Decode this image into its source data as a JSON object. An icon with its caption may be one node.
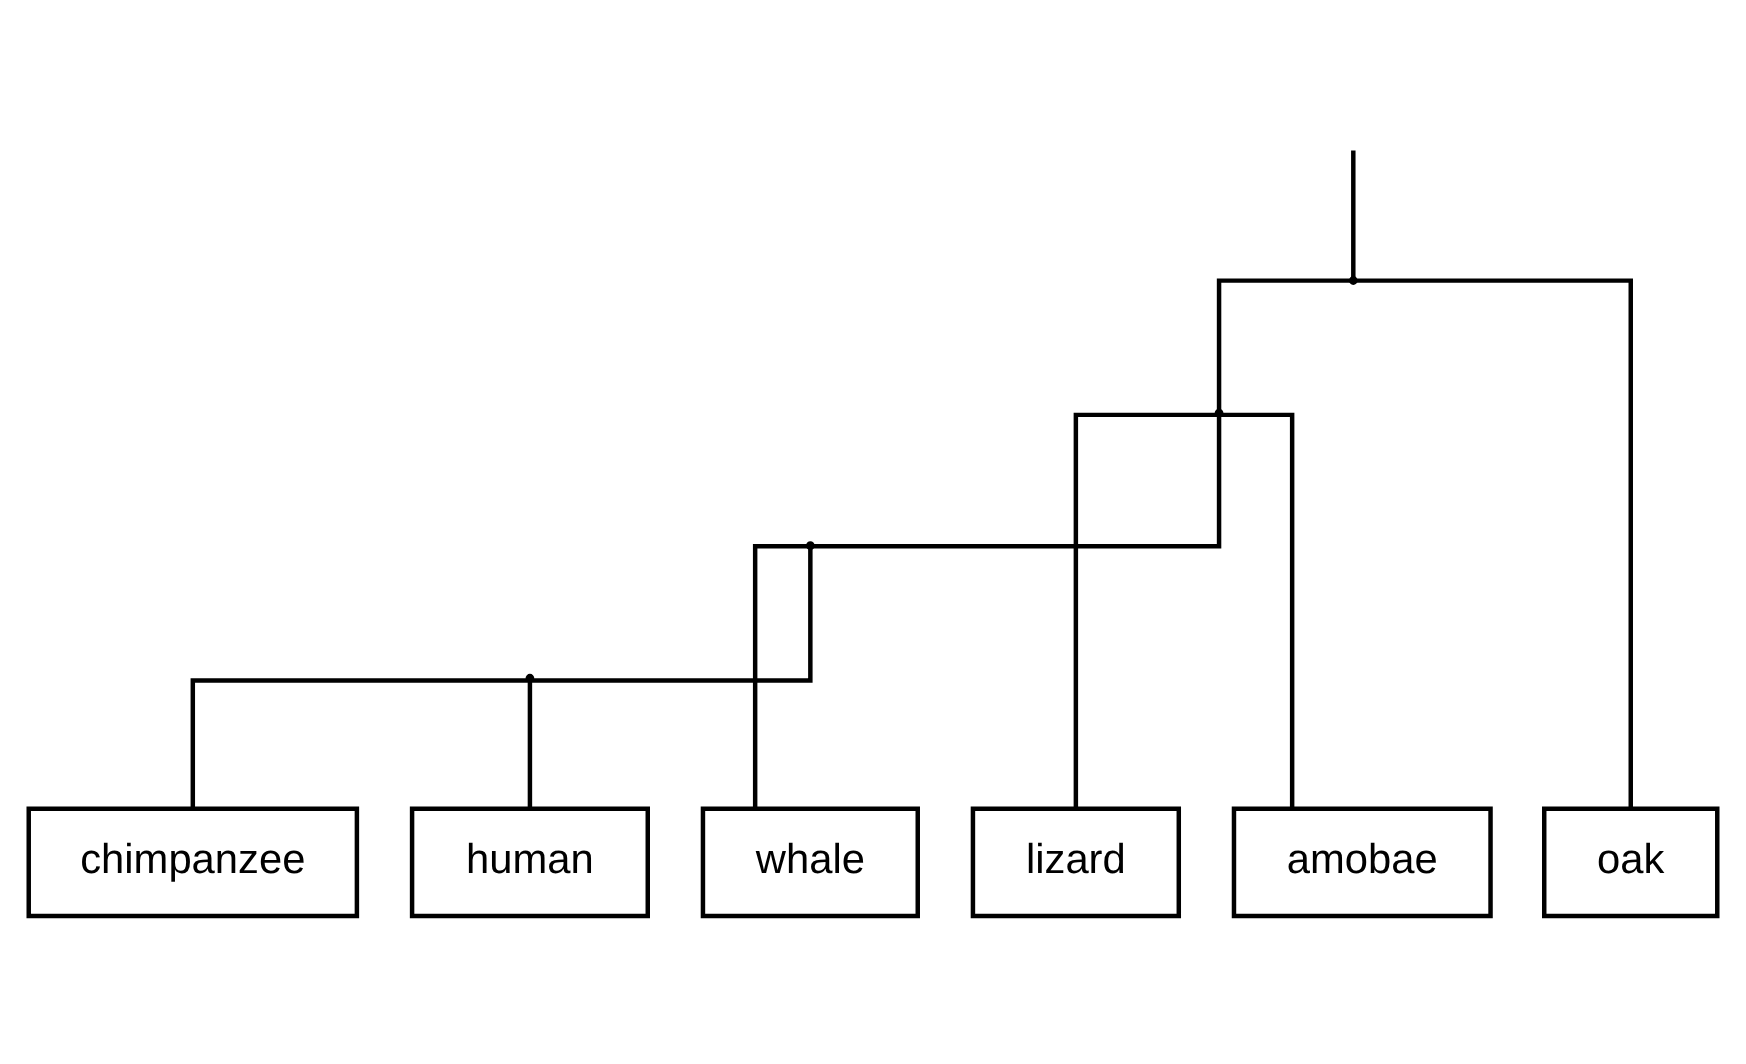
{
  "diagram": {
    "nodes": [
      {
        "text": [],
        "shape": "point"
      },
      {
        "text": [],
        "shape": "point"
      },
      {
        "text": [],
        "shape": "point"
      },
      {
        "text": [],
        "shape": "point"
      },
      {
        "text": [
          "whale"
        ]
      },
      {
        "text": [
          "chimpanzee"
        ]
      },
      {
        "text": [
          "human"
        ]
      },
      {
        "text": [
          "lizard"
        ]
      },
      {
        "text": [
          "amobae"
        ]
      },
      {
        "text": [
          "oak"
        ]
      }
    ],
    "edges": [
      {
        "from": null,
        "to": 0,
        "arrow": "none"
      },
      {
        "from": 0,
        "to": 1,
        "arrow": "none"
      },
      {
        "from": 0,
        "to": 9,
        "arrow": "none"
      },
      {
        "from": 1,
        "to": 2,
        "arrow": "none"
      },
      {
        "from": 1,
        "to": 7,
        "arrow": "none"
      },
      {
        "from": 1,
        "to": 8,
        "arrow": "none"
      },
      {
        "from": 2,
        "to": 4,
        "arrow": "none"
      },
      {
        "from": 2,
        "to": 3,
        "arrow": "none"
      },
      {
        "from": 3,
        "to": 5,
        "arrow": "none"
      },
      {
        "from": 3,
        "to": 6,
        "arrow": "none"
      }
    ]
  }
}
